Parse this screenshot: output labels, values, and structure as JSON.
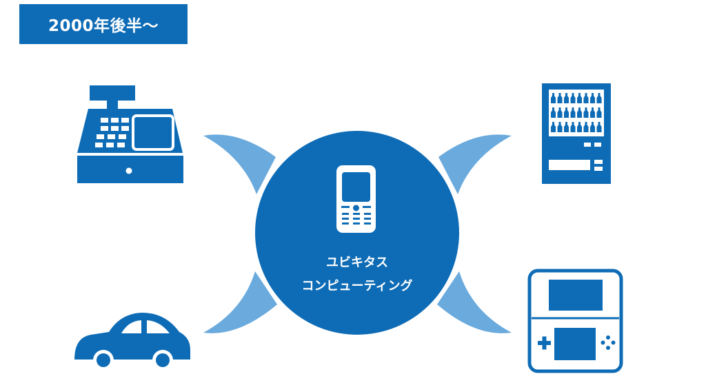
{
  "header": {
    "badge_text": "2000年後半～"
  },
  "hub": {
    "line1": "ユビキタス",
    "line2": "コンピューティング",
    "icon": "mobile-phone-icon"
  },
  "devices": [
    {
      "name": "cash-register-icon"
    },
    {
      "name": "vending-machine-icon"
    },
    {
      "name": "car-icon"
    },
    {
      "name": "handheld-game-console-icon"
    }
  ],
  "colors": {
    "primary": "#0e6cb6",
    "connector": "#6aaadd",
    "icon_detail": "#ffffff"
  }
}
